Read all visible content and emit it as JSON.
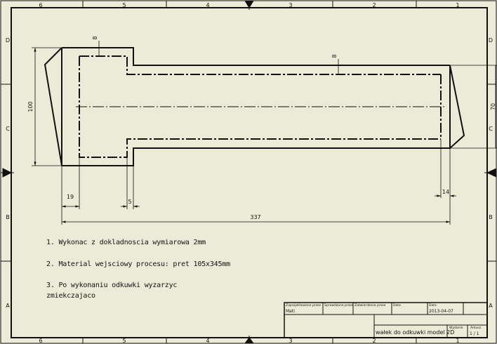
{
  "drawing": {
    "zone_columns": [
      "6",
      "5",
      "4",
      "3",
      "2",
      "1"
    ],
    "zone_rows": [
      "D",
      "C",
      "B",
      "A"
    ],
    "dimensions": {
      "diameter_large": "100",
      "diameter_small": "70",
      "chamfer_left": "8",
      "chamfer_right": "8",
      "len_19": "19",
      "len_5": "5",
      "len_14": "14",
      "total_length": "337"
    },
    "notes": [
      "1. Wykonac z dokladnoscia wymiarowa 2mm",
      "2. Material wejsciowy procesu: pret 105x345mm",
      "3. Po wykonaniu odkuwki wyzarzyc",
      "zmiekczajaco"
    ],
    "title_block": {
      "h_designed": "Zaprojektowane przez",
      "h_checked": "Sprawdzone przez",
      "h_approved": "Zatwierdzone przez",
      "h_date2": "Data",
      "h_date": "Data",
      "designer": "Mati",
      "date": "2013-04-07",
      "title": "wałek do odkuwki model 2D",
      "h_edition": "Wydanie",
      "h_sheet": "Arkusz",
      "sheet": "1 / 1"
    }
  }
}
